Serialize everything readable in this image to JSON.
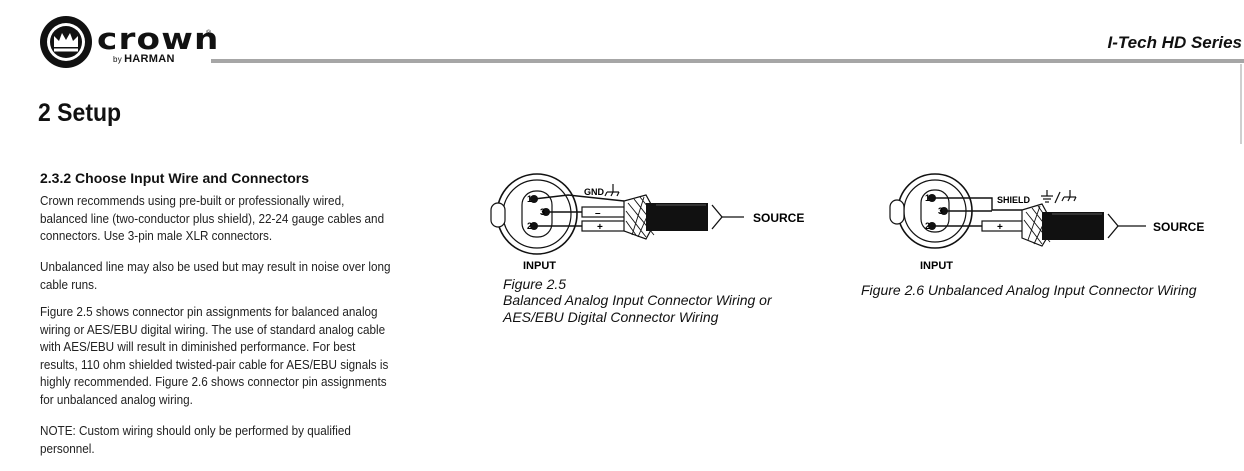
{
  "header": {
    "brand": "crown",
    "brand_mark": "®",
    "by": "by",
    "sub_brand": "HARMAN",
    "series": "I-Tech HD Series"
  },
  "chapter": {
    "title": "2 Setup"
  },
  "section": {
    "heading": "2.3.2 Choose Input Wire and Connectors",
    "paragraphs": [
      "Crown recommends using pre-built or professionally wired, balanced line (two-conductor plus shield), 22-24 gauge cables and connectors. Use 3-pin male XLR connectors.",
      "Unbalanced line may also be used but may result in noise over long cable runs.",
      "Figure 2.5 shows connector pin assignments for balanced analog wiring or AES/EBU digital wiring. The use of standard analog cable with AES/EBU will result in diminished performance. For best results, 110 ohm shielded twisted-pair cable for AES/EBU signals is highly recommended. Figure 2.6 shows connector pin assignments for unbalanced analog wiring.",
      "NOTE: Custom wiring should only be performed by qualified personnel."
    ]
  },
  "figures": [
    {
      "number": "Figure 2.5",
      "title_line1": "Balanced Analog Input Connector Wiring or",
      "title_line2": "AES/EBU Digital Connector Wiring",
      "labels": {
        "ground": "GND",
        "pin1": "1",
        "pin2": "2",
        "pin3": "3",
        "minus": "–",
        "plus": "+",
        "input": "INPUT",
        "source": "SOURCE"
      }
    },
    {
      "caption": "Figure 2.6 Unbalanced Analog Input Connector Wiring",
      "labels": {
        "shield": "SHIELD",
        "pin1": "1",
        "pin2": "2",
        "pin3": "3",
        "plus": "+",
        "input": "INPUT",
        "source": "SOURCE"
      }
    }
  ]
}
